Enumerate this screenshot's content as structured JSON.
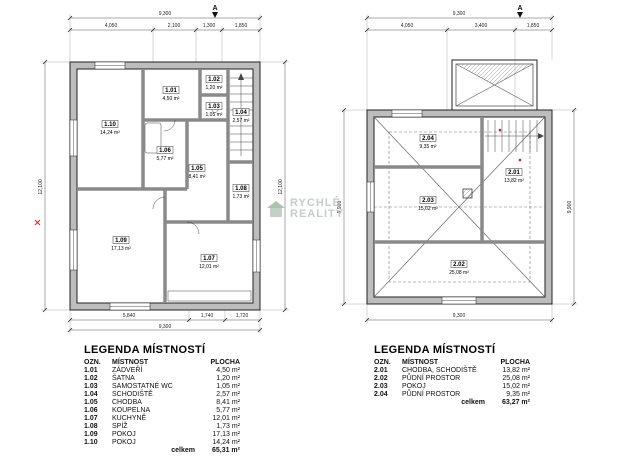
{
  "watermark": {
    "line1": "RYCHLÉ",
    "line2": "REALITY"
  },
  "section_marker": "A",
  "plans": [
    {
      "rooms": [
        {
          "id": "1.10",
          "area": "14,24 m²"
        },
        {
          "id": "1.01",
          "area": "4,50 m²"
        },
        {
          "id": "1.02",
          "area": "1,20 m²"
        },
        {
          "id": "1.03",
          "area": "1,05 m²"
        },
        {
          "id": "1.04",
          "area": "2,57 m²"
        },
        {
          "id": "1.06",
          "area": "5,77 m²"
        },
        {
          "id": "1.05",
          "area": "8,41 m²"
        },
        {
          "id": "1.08",
          "area": "1,73 m²"
        },
        {
          "id": "1.09",
          "area": "17,13 m²"
        },
        {
          "id": "1.07",
          "area": "12,01 m²"
        }
      ],
      "dims": {
        "top_total": "9,300",
        "top_segs": [
          "4,050",
          "2,100",
          "1,300",
          "1,850"
        ],
        "left_total": "12,100",
        "right_total": "12,100",
        "bottom_segs": [
          "5,840",
          "1,740",
          "1,720"
        ],
        "bottom_total": "9,300"
      }
    },
    {
      "rooms": [
        {
          "id": "2.04",
          "area": "9,35 m²"
        },
        {
          "id": "2.01",
          "area": "13,82 m²"
        },
        {
          "id": "2.03",
          "area": "15,02 m²"
        },
        {
          "id": "2.02",
          "area": "25,08 m²"
        }
      ],
      "dims": {
        "top_total": "9,300",
        "top_segs": [
          "4,050",
          "3,400",
          "1,850"
        ],
        "left_total": "9,900",
        "right_total": "9,900",
        "bottom_total": "9,300"
      }
    }
  ],
  "legends": [
    {
      "title": "LEGENDA MÍSTNOSTÍ",
      "headers": [
        "OZN.",
        "MÍSTNOST",
        "PLOCHA"
      ],
      "rows": [
        [
          "1.01",
          "ZÁDVEŘÍ",
          "4,50 m²"
        ],
        [
          "1.02",
          "ŠATNA",
          "1,20 m²"
        ],
        [
          "1.03",
          "SAMOSTATNÉ WC",
          "1,05 m²"
        ],
        [
          "1.04",
          "SCHODIŠTĚ",
          "2,57 m²"
        ],
        [
          "1.05",
          "CHODBA",
          "8,41 m²"
        ],
        [
          "1.06",
          "KOUPELNA",
          "5,77 m²"
        ],
        [
          "1.07",
          "KUCHYNĚ",
          "12,01 m²"
        ],
        [
          "1.08",
          "SPÍŽ",
          "1,73 m²"
        ],
        [
          "1.09",
          "POKOJ",
          "17,13 m²"
        ],
        [
          "1.10",
          "POKOJ",
          "14,24 m²"
        ]
      ],
      "total_label": "celkem",
      "total_value": "65,31 m²"
    },
    {
      "title": "LEGENDA MÍSTNOSTÍ",
      "headers": [
        "OZN.",
        "MÍSTNOST",
        "PLOCHA"
      ],
      "rows": [
        [
          "2.01",
          "CHODBA, SCHODIŠTĚ",
          "13,82 m²"
        ],
        [
          "2.02",
          "PŮDNÍ PROSTOR",
          "25,08 m²"
        ],
        [
          "2.03",
          "POKOJ",
          "15,02 m²"
        ],
        [
          "2.04",
          "PŮDNÍ PROSTOR",
          "9,35 m²"
        ]
      ],
      "total_label": "celkem",
      "total_value": "63,27 m²"
    }
  ]
}
